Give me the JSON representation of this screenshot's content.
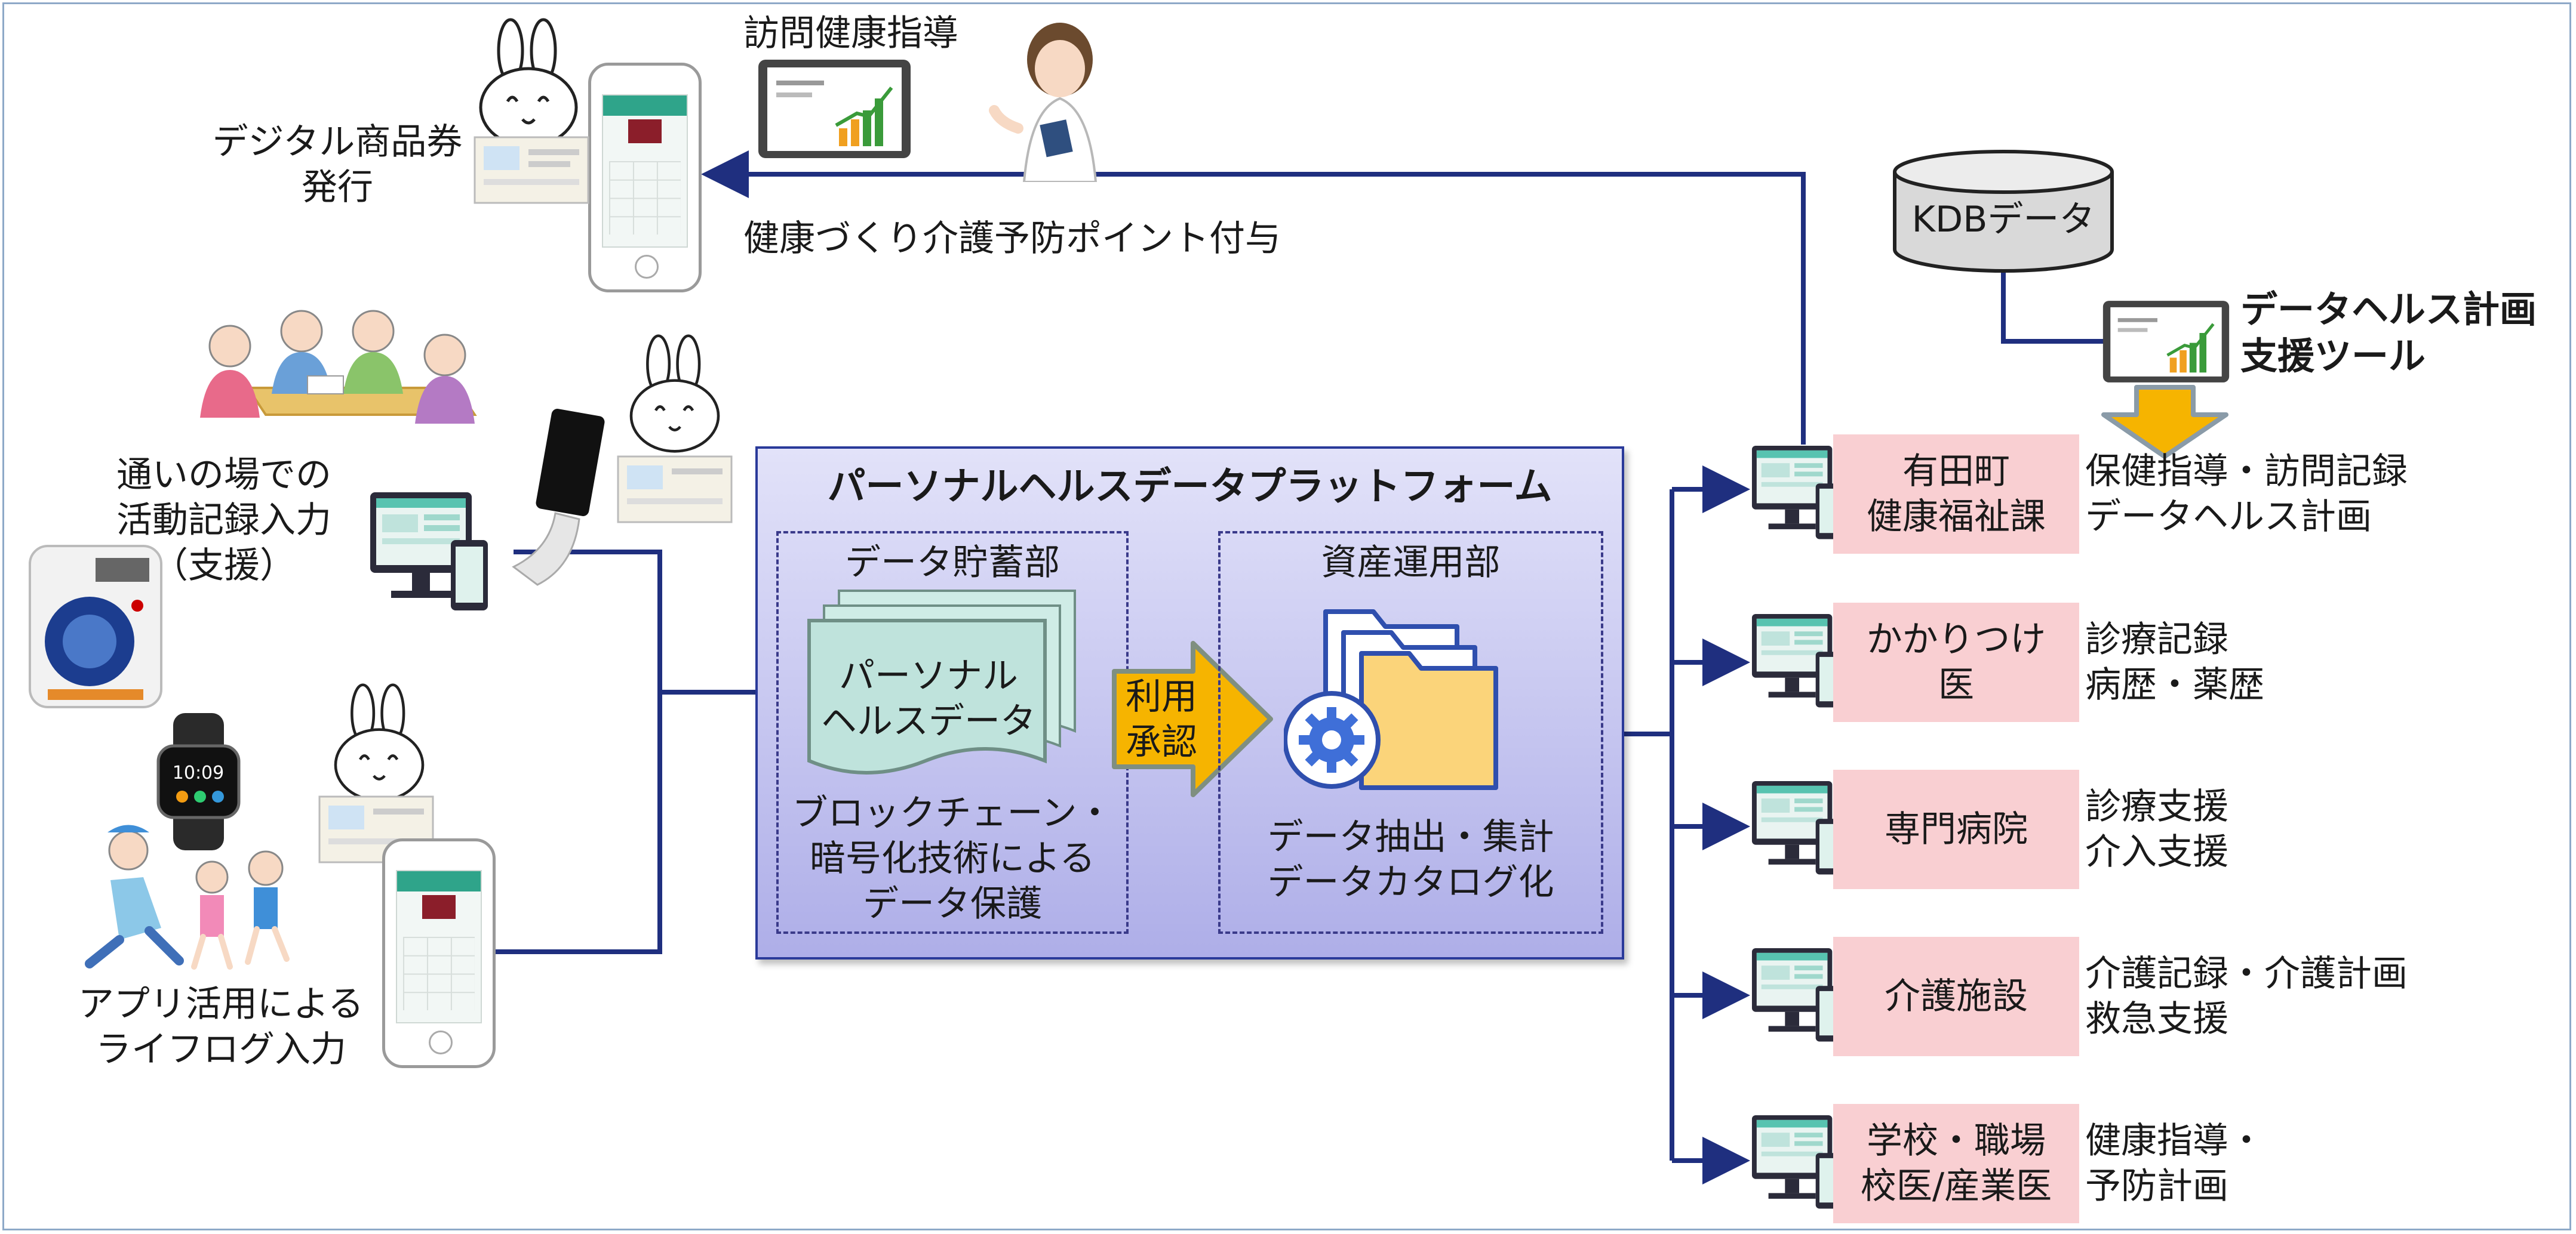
{
  "colors": {
    "wire": "#1f2f7f",
    "platform_fill": "#c9c9f3",
    "pink": "#f9cfd2",
    "arrow_orange": "#f6b400",
    "data_sheet": "#bfe3dc"
  },
  "top": {
    "visit_guidance": "訪問健康指導",
    "digital_voucher": [
      "デジタル商品券",
      "発行"
    ],
    "point_grant": "健康づくり介護予防ポイント付与"
  },
  "left": {
    "activity_record": [
      "通いの場での",
      "活動記録入力",
      "（支援）"
    ],
    "app_lifelog": [
      "アプリ活用による",
      "ライフログ入力"
    ]
  },
  "platform": {
    "title": "パーソナルヘルスデータプラットフォーム",
    "storage": {
      "title": "データ貯蓄部",
      "sheet_label": [
        "パーソナル",
        "ヘルスデータ"
      ],
      "desc": [
        "ブロックチェーン・",
        "暗号化技術による",
        "データ保護"
      ]
    },
    "approval": [
      "利用",
      "承認"
    ],
    "operation": {
      "title": "資産運用部",
      "desc": [
        "データ抽出・集計",
        "データカタログ化"
      ]
    }
  },
  "kdb": {
    "label": "KDBデータ",
    "tool": [
      "データヘルス計画",
      "支援ツール"
    ]
  },
  "recipients": [
    {
      "name": [
        "有田町",
        "健康福祉課"
      ],
      "desc": [
        "保健指導・訪問記録",
        "データヘルス計画"
      ]
    },
    {
      "name": [
        "かかりつけ",
        "医"
      ],
      "desc": [
        "診療記録",
        "病歴・薬歴"
      ]
    },
    {
      "name": [
        "専門病院"
      ],
      "desc": [
        "診療支援",
        "介入支援"
      ]
    },
    {
      "name": [
        "介護施設"
      ],
      "desc": [
        "介護記録・介護計画",
        "救急支援"
      ]
    },
    {
      "name": [
        "学校・職場",
        "校医/産業医"
      ],
      "desc": [
        "健康指導・",
        "予防計画"
      ]
    }
  ],
  "icons": [
    "rabbit-mascot-icon",
    "smartphone-icon",
    "tablet-chart-icon",
    "nurse-icon",
    "elderly-group-icon",
    "blood-pressure-monitor-icon",
    "smartwatch-icon",
    "exercise-people-icon",
    "desktop-computer-icon",
    "folder-gear-icon",
    "database-icon"
  ]
}
